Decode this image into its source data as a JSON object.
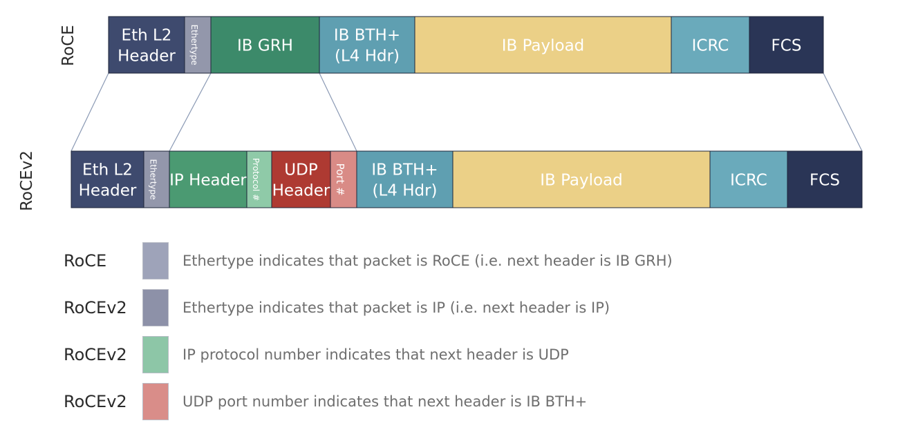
{
  "row_labels": {
    "roce": "RoCE",
    "rocev2": "RoCEv2"
  },
  "colors": {
    "eth_l2": "#3e4a6e",
    "ethertype": "#9397ab",
    "grh": "#3c8a6a",
    "ip_header": "#4b9a72",
    "protocol": "#8fcaa8",
    "udp_header": "#ae3a32",
    "port": "#d98b86",
    "bth": "#5f9fb1",
    "payload": "#ebd087",
    "icrc": "#6aaabb",
    "fcs": "#2a3556",
    "zoom_line": "#8a99b4",
    "legend_roce": "#9ea3b9",
    "legend_eth": "#8d91a8",
    "legend_proto": "#8dc6a7",
    "legend_port": "#d98d89"
  },
  "roce_packet": [
    {
      "key": "eth_l2",
      "label": "Eth L2\nHeader"
    },
    {
      "key": "ethertype",
      "label": "Ethertype",
      "vertical": true
    },
    {
      "key": "grh",
      "label": "IB GRH"
    },
    {
      "key": "bth",
      "label": "IB BTH+\n(L4 Hdr)"
    },
    {
      "key": "payload",
      "label": "IB Payload"
    },
    {
      "key": "icrc",
      "label": "ICRC"
    },
    {
      "key": "fcs",
      "label": "FCS"
    }
  ],
  "rocev2_packet": [
    {
      "key": "eth_l2",
      "label": "Eth L2\nHeader"
    },
    {
      "key": "ethertype",
      "label": "Ethertype",
      "vertical": true
    },
    {
      "key": "ip_header",
      "label": "IP Header"
    },
    {
      "key": "protocol",
      "label": "Protocol #",
      "vertical": true
    },
    {
      "key": "udp_header",
      "label": "UDP\nHeader"
    },
    {
      "key": "port",
      "label": "Port #",
      "vertical": true
    },
    {
      "key": "bth",
      "label": "IB BTH+\n(L4 Hdr)"
    },
    {
      "key": "payload",
      "label": "IB Payload"
    },
    {
      "key": "icrc",
      "label": "ICRC"
    },
    {
      "key": "fcs",
      "label": "FCS"
    }
  ],
  "legend": [
    {
      "label": "RoCE",
      "color_key": "legend_roce",
      "description": "Ethertype indicates that packet is RoCE (i.e. next header is IB GRH)"
    },
    {
      "label": "RoCEv2",
      "color_key": "legend_eth",
      "description": "Ethertype indicates that packet is IP (i.e. next header is IP)"
    },
    {
      "label": "RoCEv2",
      "color_key": "legend_proto",
      "description": "IP protocol number indicates that next header is UDP"
    },
    {
      "label": "RoCEv2",
      "color_key": "legend_port",
      "description": "UDP port number indicates that next header is IB BTH+"
    }
  ]
}
